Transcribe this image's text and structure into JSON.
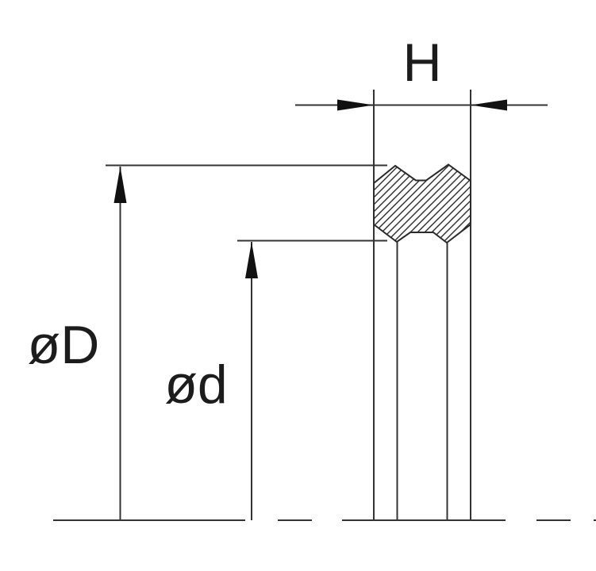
{
  "diagram": {
    "labels": {
      "height": "H",
      "outer_diameter": "øD",
      "inner_diameter": "ød"
    },
    "colors": {
      "background": "#ffffff",
      "line": "#333333",
      "outline": "#2b2b2b",
      "arrow": "#111111",
      "text": "#1c1c1c"
    }
  }
}
